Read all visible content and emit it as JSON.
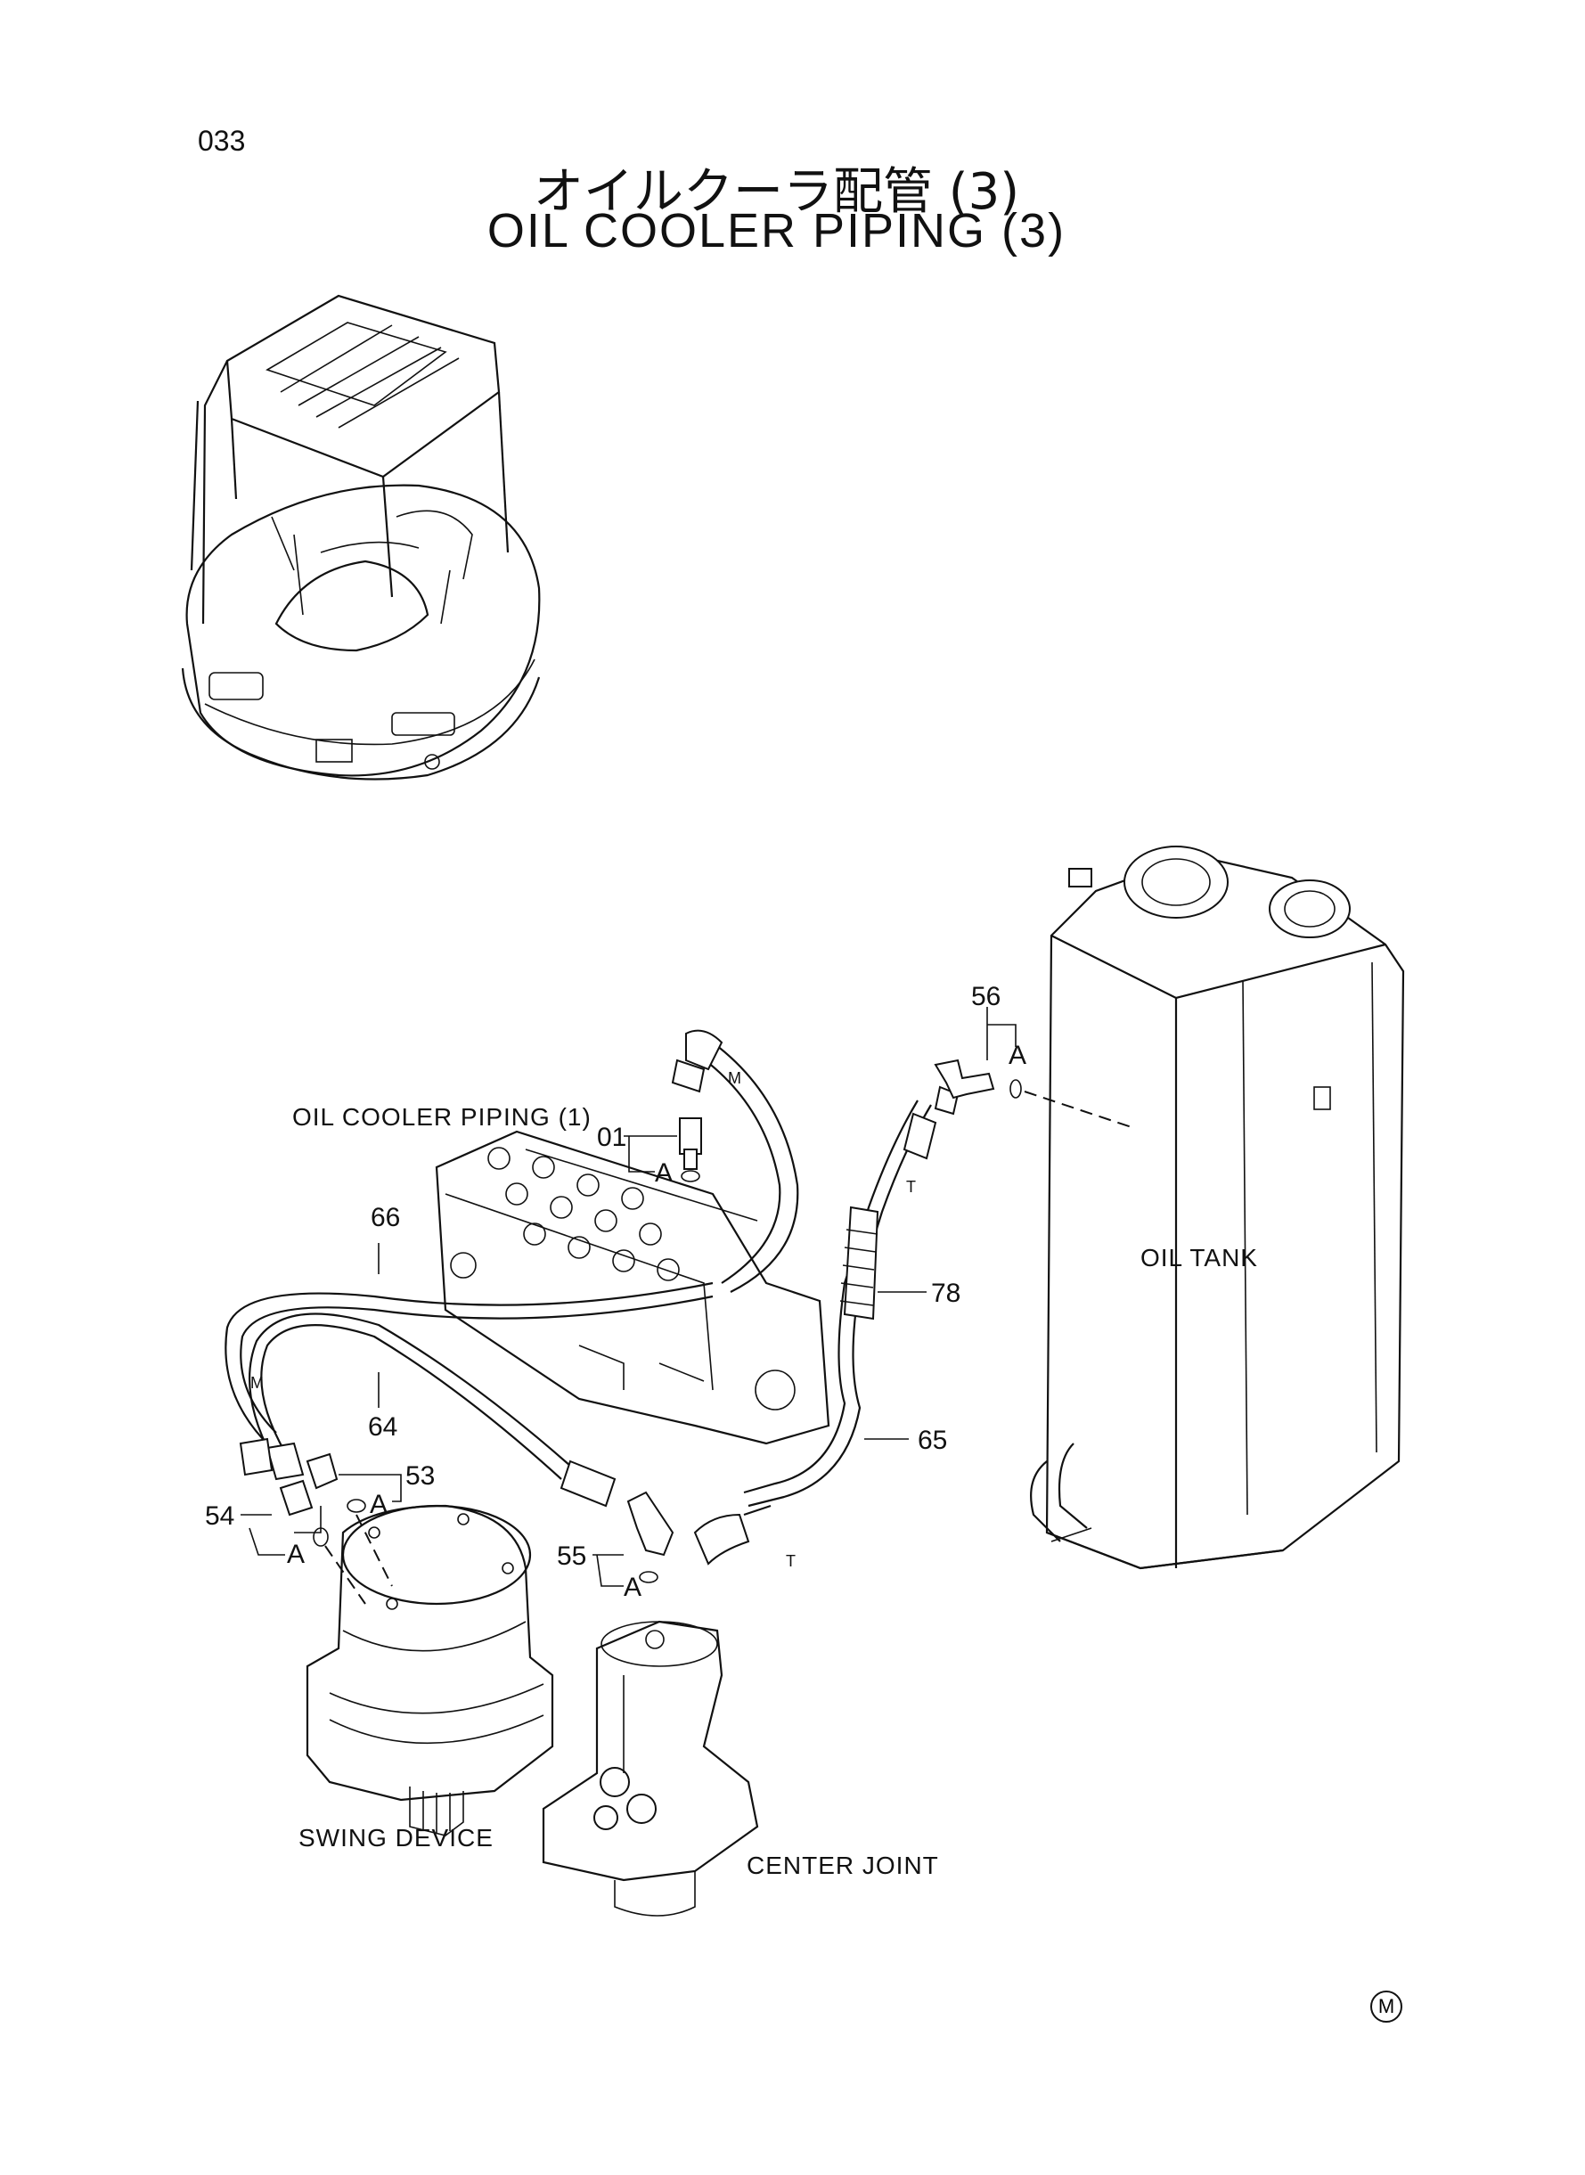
{
  "page_number": "033",
  "title_jp": "オイルクーラ配管 (3)",
  "title_en": "OIL COOLER PIPING (3)",
  "labels": {
    "oil_cooler_piping_1": "OIL COOLER PIPING (1)",
    "oil_tank": "OIL TANK",
    "swing_device": "SWING DEVICE",
    "center_joint": "CENTER JOINT"
  },
  "part_numbers": {
    "p56": "56",
    "p01": "01",
    "p66": "66",
    "p64": "64",
    "p78": "78",
    "p65": "65",
    "p53": "53",
    "p54": "54",
    "p55": "55"
  },
  "detail_marks": {
    "a_56": "A",
    "a_01": "A",
    "a_53": "A",
    "a_54": "A",
    "a_55": "A"
  },
  "hose_marks": {
    "m_upper": "M",
    "m_lower": "M",
    "t_upper": "T",
    "t_lower": "T"
  },
  "corner_mark": "M"
}
